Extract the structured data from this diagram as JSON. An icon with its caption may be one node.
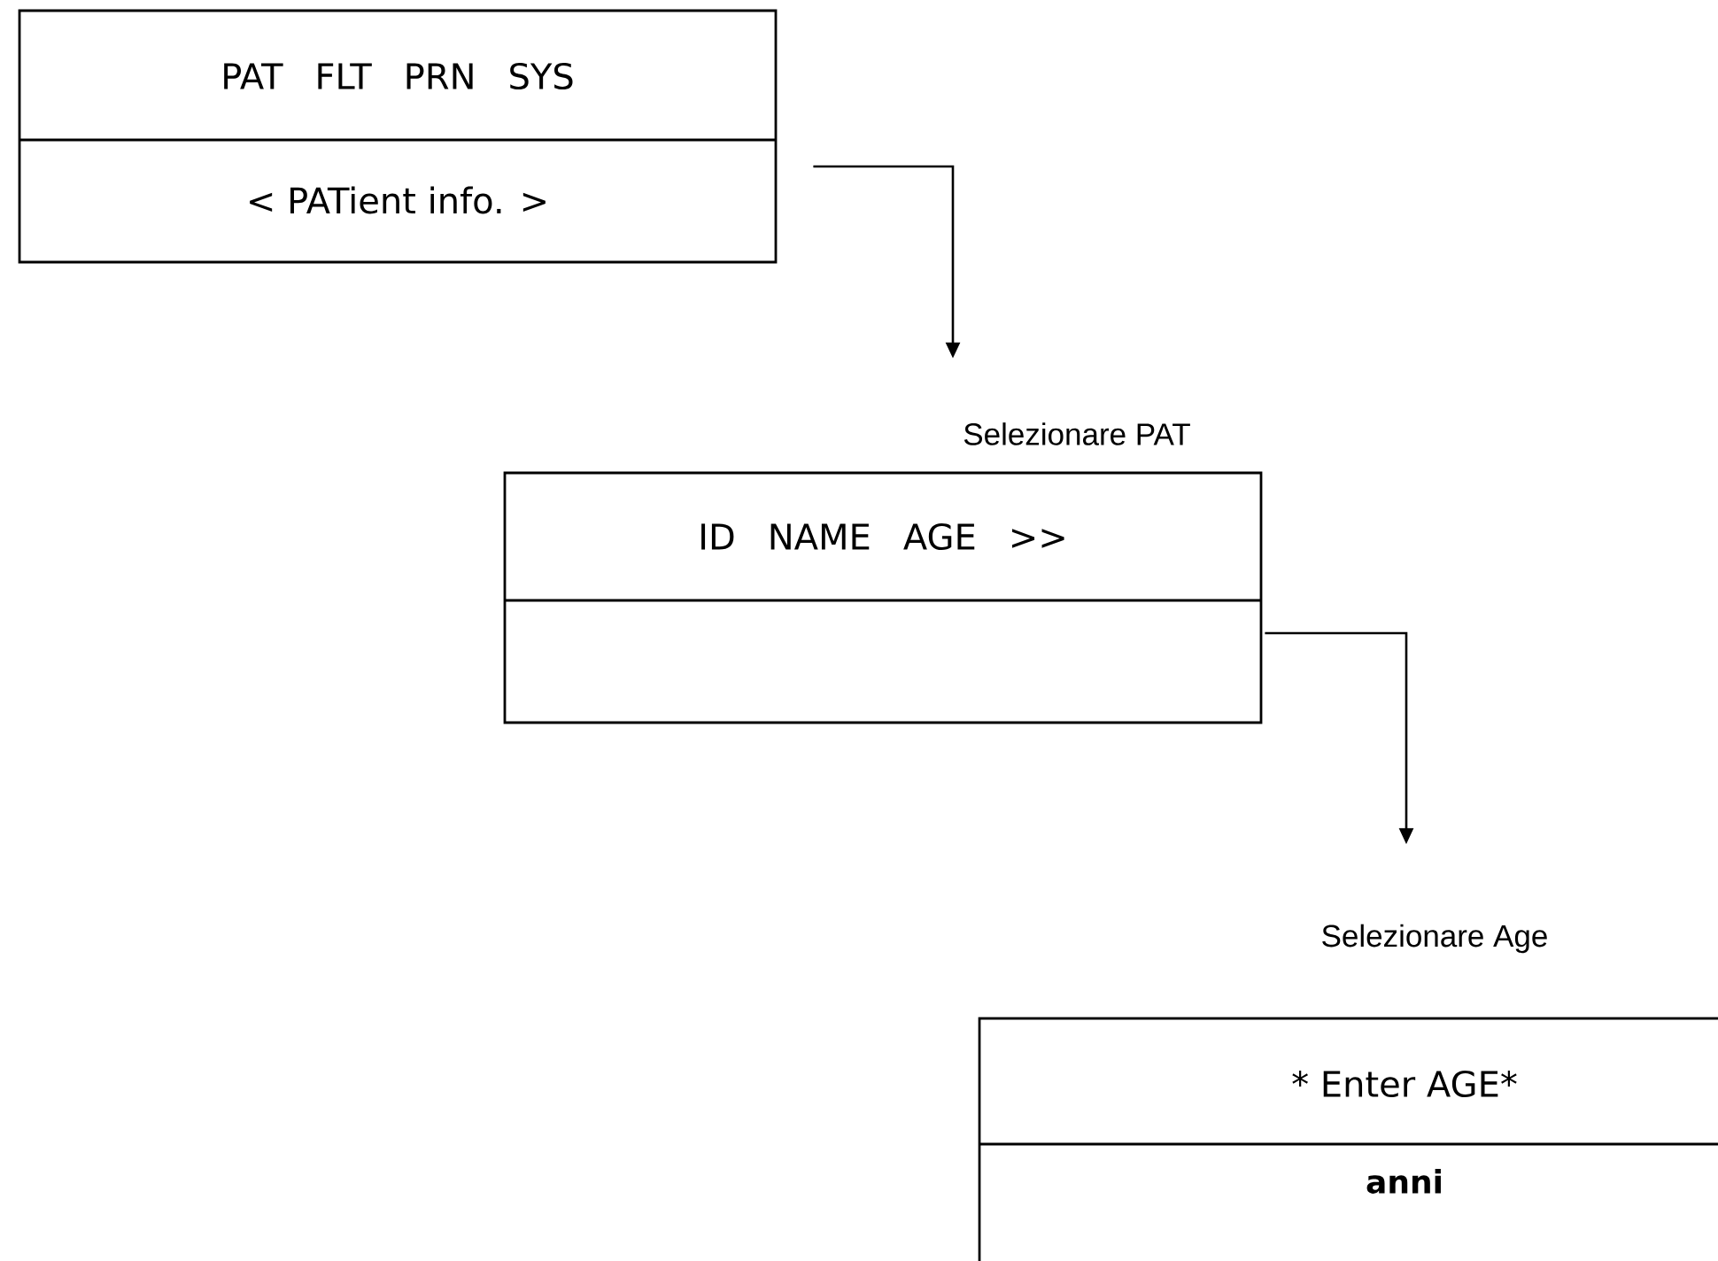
{
  "diagram": {
    "nodes": [
      {
        "text": [
          "PAT FLT PRN SYS",
          "< PATient info. >"
        ]
      },
      {
        "text": [
          "Selezionare PAT",
          "ID NAME AGE >>"
        ]
      },
      {
        "text": [
          "Selezionare Age",
          "* Enter AGE*",
          "anni"
        ]
      }
    ],
    "edges": [
      {
        "from": 0,
        "to": 1,
        "arrow": "to"
      },
      {
        "from": 1,
        "to": 2,
        "arrow": "to"
      }
    ]
  }
}
